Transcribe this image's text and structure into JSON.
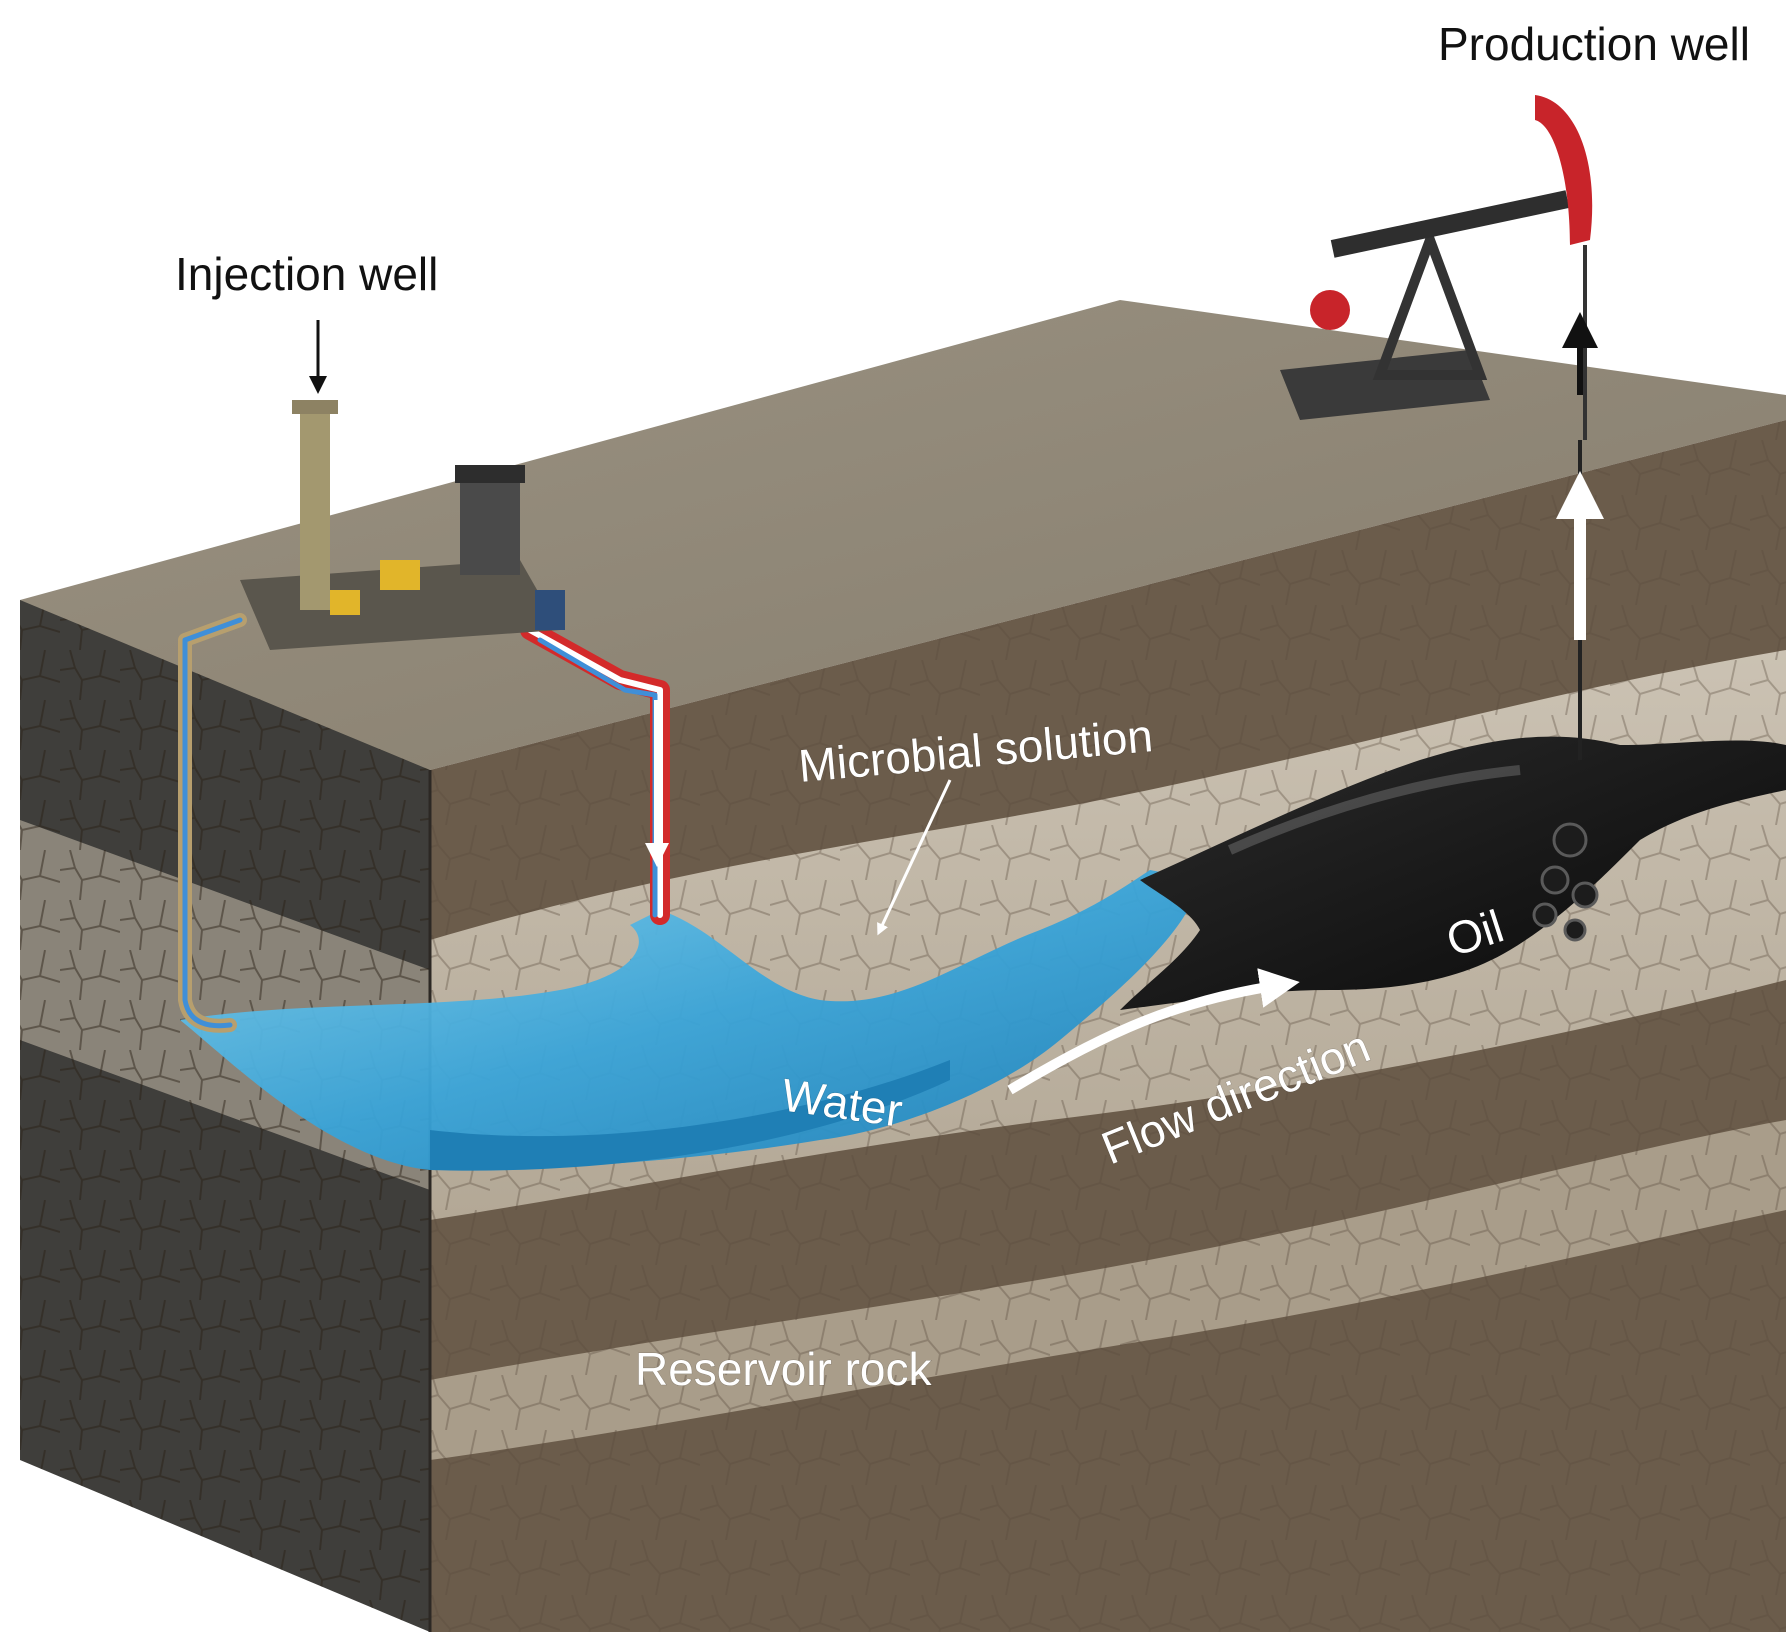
{
  "labels": {
    "production_well": "Production well",
    "injection_well": "Injection well",
    "microbial_solution": "Microbial solution",
    "oil": "Oil",
    "water": "Water",
    "flow_direction": "Flow direction",
    "reservoir_rock": "Reservoir rock"
  },
  "colors": {
    "surface_top": "#8f8778",
    "rock_dark": "#3f3e3b",
    "rock_brown": "#6b5c4b",
    "rock_light": "#c2b8a8",
    "water": "#3fa7d6",
    "oil": "#141414",
    "pipe_red": "#d32a2a",
    "pipe_blue": "#3f8fd8",
    "pump_red": "#c8242a"
  },
  "icons": {
    "injection_arrow": "arrow-down-icon",
    "production_arrow": "arrow-up-icon",
    "flow_arrow": "curved-arrow-icon"
  }
}
